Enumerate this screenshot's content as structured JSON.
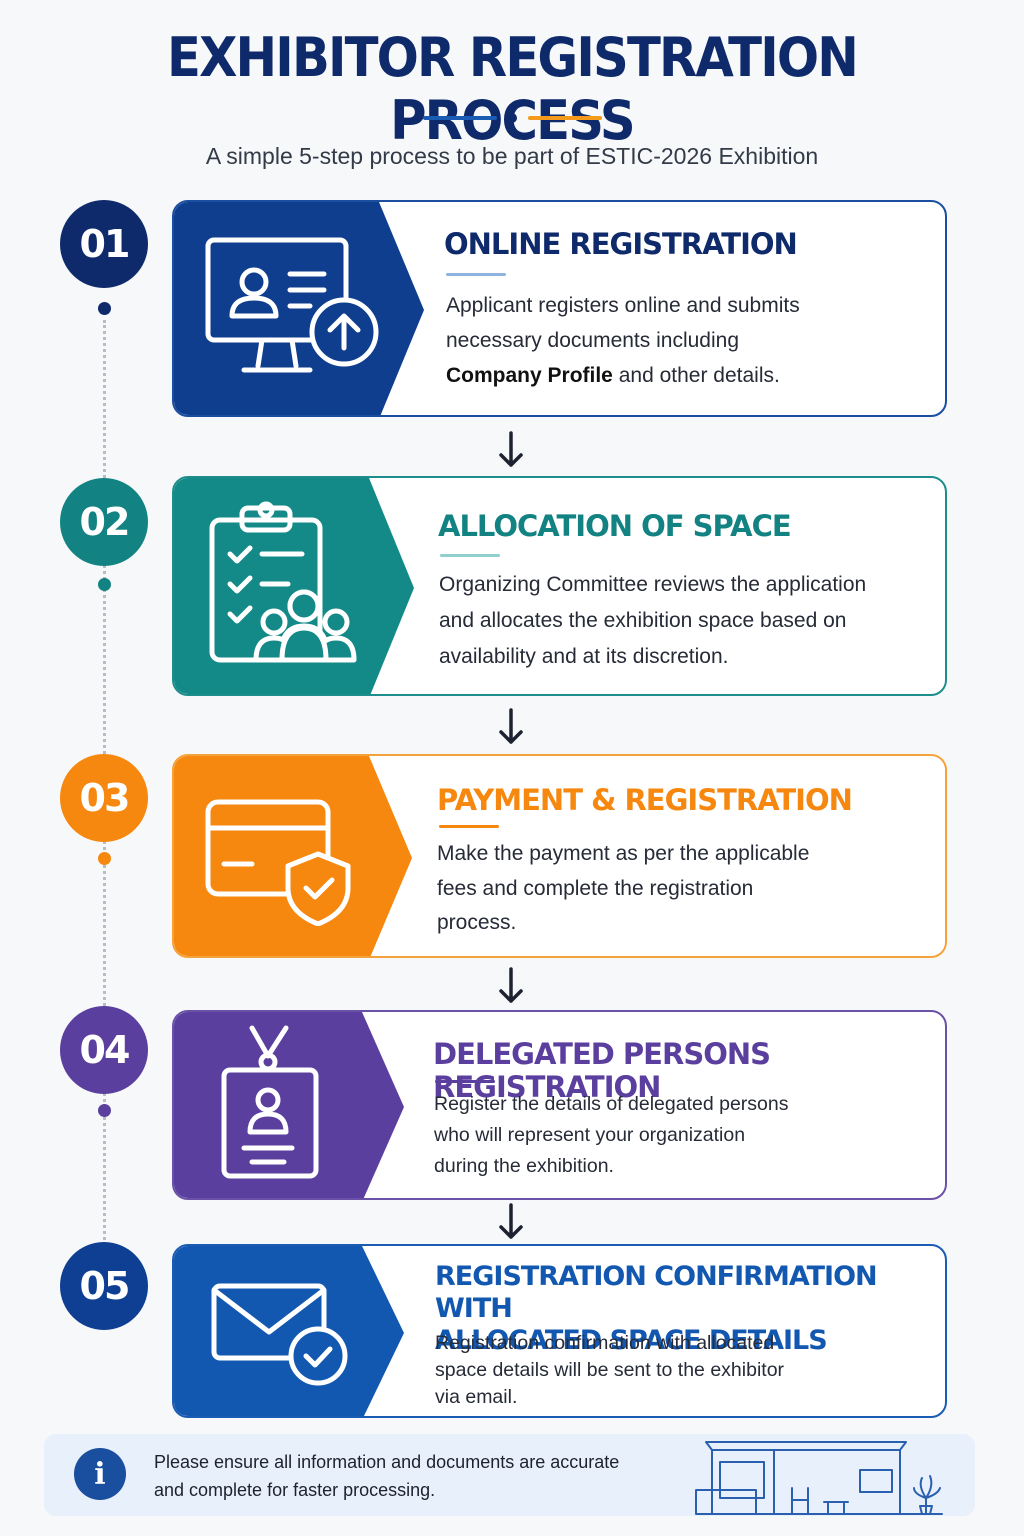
{
  "header": {
    "title": "EXHIBITOR REGISTRATION PROCESS",
    "subtitle": "A simple 5-step process to be part of ESTIC-2026 Exhibition"
  },
  "steps": [
    {
      "number": "01",
      "title": "ONLINE REGISTRATION",
      "desc_lines": [
        "Applicant registers online and submits",
        "necessary documents including"
      ],
      "desc_bold": "Company Profile",
      "desc_tail": " and other details.",
      "color": "#103e8f",
      "icon": "computer-upload-icon"
    },
    {
      "number": "02",
      "title": "ALLOCATION OF SPACE",
      "desc_lines": [
        "Organizing Committee reviews the application",
        "and allocates the exhibition space based on",
        "availability and at its discretion."
      ],
      "color": "#138a88",
      "icon": "clipboard-team-icon"
    },
    {
      "number": "03",
      "title": "PAYMENT & REGISTRATION",
      "desc_lines": [
        "Make the payment as per the applicable",
        "fees and complete the registration",
        "process."
      ],
      "color": "#f6870f",
      "icon": "card-shield-icon"
    },
    {
      "number": "04",
      "title": "DELEGATED PERSONS REGISTRATION",
      "desc_lines": [
        "Register the details of delegated persons",
        "who will represent your organization",
        "during the exhibition."
      ],
      "color": "#5b3f9e",
      "icon": "id-badge-icon"
    },
    {
      "number": "05",
      "title_lines": [
        "REGISTRATION CONFIRMATION WITH",
        "ALLOCATED SPACE DETAILS"
      ],
      "desc_lines": [
        "Registration confirmation with allocated",
        "space details will be sent to the exhibitor",
        "via email."
      ],
      "color": "#1358b0",
      "icon": "envelope-check-icon"
    }
  ],
  "note": {
    "text_lines": [
      "Please ensure all information and documents are accurate",
      "and complete for faster processing."
    ],
    "icon": "info-icon",
    "illustration": "exhibition-booth-icon"
  }
}
